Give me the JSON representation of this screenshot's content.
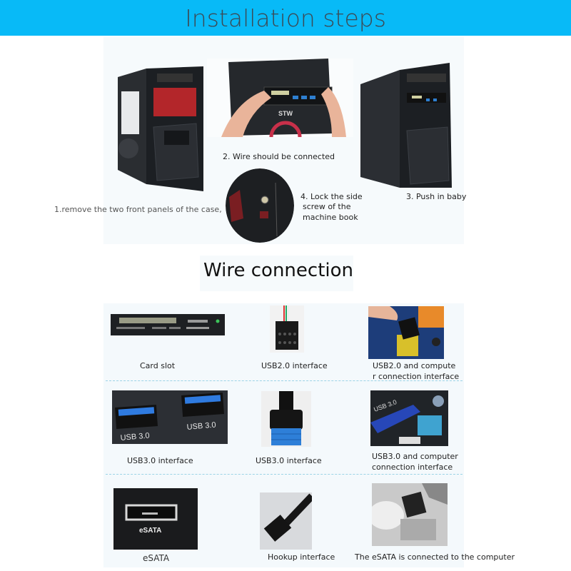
{
  "header": {
    "title": "Installation steps",
    "bg_color": "#08baf7"
  },
  "installation_steps": [
    {
      "id": 1,
      "text": "1.remove the two front panels of the case,",
      "image": "pc-case-panels-removed"
    },
    {
      "id": 2,
      "text": "2. Wire should be connected",
      "image": "hands-inserting-front-panel"
    },
    {
      "id": 3,
      "text": "3. Push in baby",
      "image": "pc-case-panel-installed"
    },
    {
      "id": 4,
      "text_lines": [
        "4. Lock the side",
        "screw of the",
        "machine book"
      ],
      "image": "side-screw-closeup"
    }
  ],
  "wire_connection": {
    "title": "Wire connection",
    "rows": [
      [
        {
          "label": "Card slot",
          "image": "card-reader-slot"
        },
        {
          "label": "USB2.0 interface",
          "image": "usb2-header-connector"
        },
        {
          "label_lines": [
            "USB2.0 and compute",
            "r connection interface"
          ],
          "image": "usb2-motherboard-connection"
        }
      ],
      [
        {
          "label": "USB3.0 interface",
          "image": "usb3-front-ports",
          "port_text": "USB 3.0"
        },
        {
          "label": "USB3.0 interface",
          "image": "usb3-header-connector"
        },
        {
          "label_lines": [
            "USB3.0 and computer",
            "connection interface"
          ],
          "image": "usb3-motherboard-connection",
          "board_text": "USB 3.0"
        }
      ],
      [
        {
          "label": "eSATA",
          "image": "esata-port",
          "port_text": "eSATA"
        },
        {
          "label": "Hookup interface",
          "image": "sata-cable"
        },
        {
          "label": "The eSATA is connected to the computer",
          "image": "esata-motherboard-connection"
        }
      ]
    ]
  },
  "case_brand": "STW"
}
